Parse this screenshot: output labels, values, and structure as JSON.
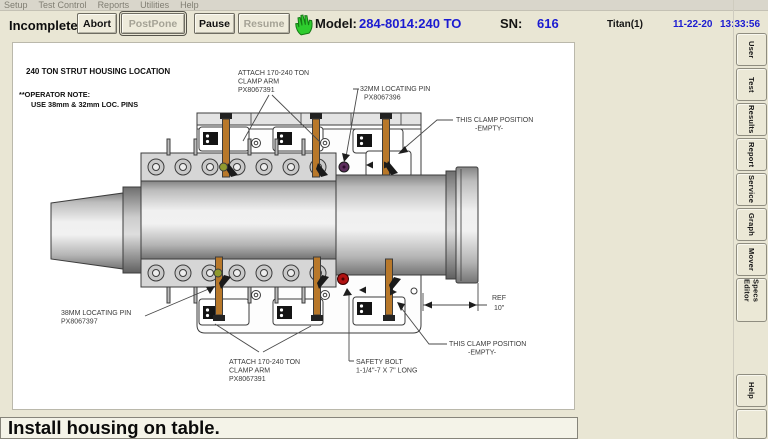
{
  "menu": {
    "items": [
      "Setup",
      "Test Control",
      "Reports",
      "Utilities",
      "Help"
    ]
  },
  "toolbar": {
    "status": "Incomplete",
    "buttons": {
      "abort": "Abort",
      "postpone": "PostPone",
      "pause": "Pause",
      "resume": "Resume"
    },
    "model_label": "Model:",
    "model_value": "284-8014:240 TO",
    "sn_label": "SN:",
    "sn_value": "616",
    "station": "Titan(1)",
    "date": "11-22-20",
    "time": "13:33:56"
  },
  "tabs": [
    "User",
    "Test",
    "Results",
    "Report",
    "Service",
    "Graph",
    "Mover",
    "Specs Editor",
    "Help"
  ],
  "instruction": "Install housing on table.",
  "diagram": {
    "title": "240 TON STRUT HOUSING LOCATION",
    "note_line1": "**OPERATOR NOTE:",
    "note_line2": "USE 38mm & 32mm LOC. PINS",
    "labels": {
      "top_clamp": [
        "ATTACH 170-240 TON",
        "CLAMP ARM",
        "PX8067391"
      ],
      "pin32": [
        "32MM LOCATING PIN",
        "PX8067396"
      ],
      "top_empty": [
        "THIS CLAMP POSITION",
        "-EMPTY-"
      ],
      "pin38": [
        "38MM LOCATING PIN",
        "PX8067397"
      ],
      "bottom_clamp": [
        "ATTACH 170-240 TON",
        "CLAMP ARM",
        "PX8067391"
      ],
      "safety_bolt": [
        "SAFETY BOLT",
        "1-1/4\"-7 X 7\" LONG"
      ],
      "bottom_empty": [
        "THIS CLAMP POSITION",
        "-EMPTY-"
      ],
      "ref": [
        "REF",
        "10\""
      ]
    },
    "colors": {
      "clamp_arm_orange": "#b8782a",
      "locating_pin_32mm": "#5c2d5c",
      "locating_pin_38mm": "#8f9a2e",
      "safety_bolt_red": "#b01111"
    }
  },
  "colors": {
    "accent_blue": "#1b1bd1",
    "window_beige": "#e9e6d4",
    "disabled_text": "#a5a396"
  }
}
